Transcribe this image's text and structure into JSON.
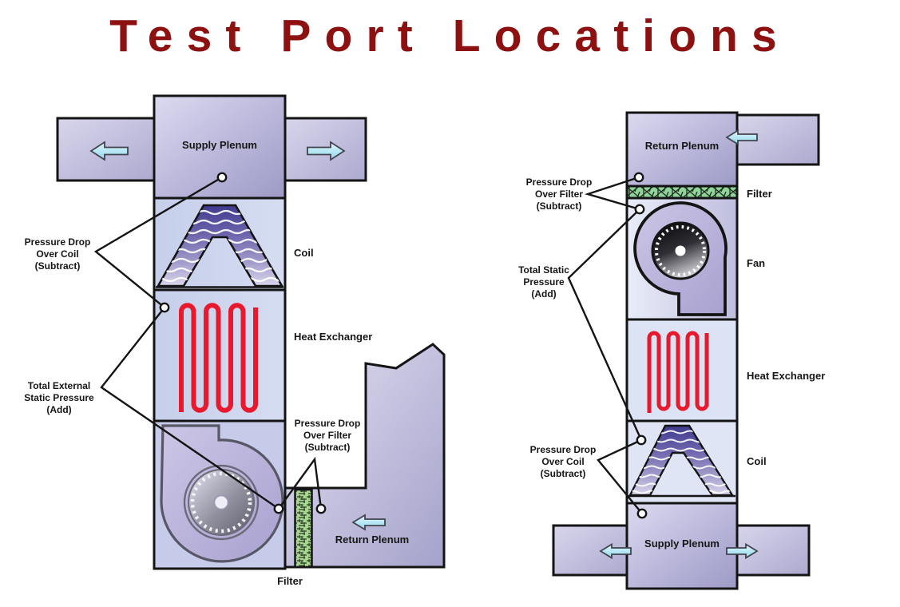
{
  "title": "Test Port Locations",
  "colors": {
    "title_red": "#8D1111",
    "coil_tube_red": "#E8192C",
    "filter_green": "#9BD48C",
    "arrow_cyan": "#A8E0F2",
    "cabinet_lavender": "#B9B6DA",
    "section_blue": "#CBD4EE",
    "outline_black": "#141414",
    "coil_fin_indigo": "#403A8E"
  },
  "left_unit": {
    "name": "upflow air handler",
    "supply_plenum": "Supply Plenum",
    "coil": "Coil",
    "heat_exchanger": "Heat Exchanger",
    "filter": "Filter",
    "return_plenum": "Return Plenum",
    "ann_coil": [
      "Pressure Drop",
      "Over Coil",
      "(Subtract)"
    ],
    "ann_static": [
      "Total External",
      "Static Pressure",
      "(Add)"
    ],
    "ann_filter": [
      "Pressure Drop",
      "Over Filter",
      "(Subtract)"
    ],
    "test_port_count": 4
  },
  "right_unit": {
    "name": "downflow air handler",
    "return_plenum": "Return Plenum",
    "filter": "Filter",
    "fan": "Fan",
    "heat_exchanger": "Heat Exchanger",
    "coil": "Coil",
    "supply_plenum": "Supply Plenum",
    "ann_filter": [
      "Pressure Drop",
      "Over Filter",
      "(Subtract)"
    ],
    "ann_static": [
      "Total Static",
      "Pressure",
      "(Add)"
    ],
    "ann_coil": [
      "Pressure Drop",
      "Over Coil",
      "(Subtract)"
    ],
    "test_port_count": 4
  }
}
